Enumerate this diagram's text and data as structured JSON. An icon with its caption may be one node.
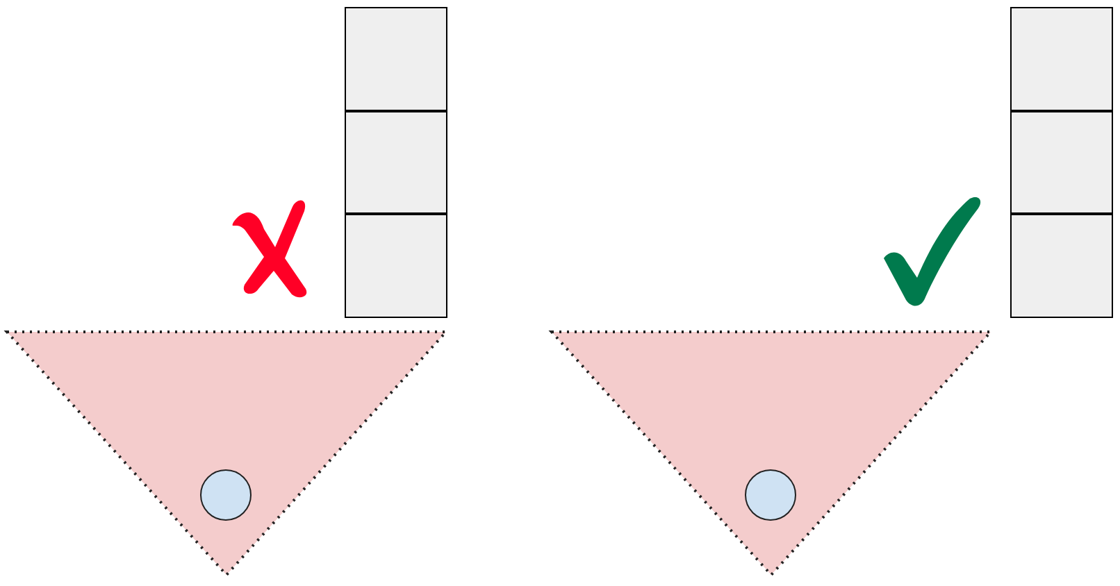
{
  "diagram": {
    "nodes": [
      {
        "text": [],
        "shape": "box"
      },
      {
        "text": [],
        "shape": "box"
      },
      {
        "text": [],
        "shape": "box"
      },
      {
        "text": [],
        "shape": "triangle"
      },
      {
        "text": [],
        "shape": "circle",
        "in": 3
      },
      {
        "text": [],
        "shape": "box"
      },
      {
        "text": [],
        "shape": "box"
      },
      {
        "text": [],
        "shape": "box"
      },
      {
        "text": [],
        "shape": "triangle"
      },
      {
        "text": [],
        "shape": "circle",
        "in": 8
      }
    ]
  }
}
